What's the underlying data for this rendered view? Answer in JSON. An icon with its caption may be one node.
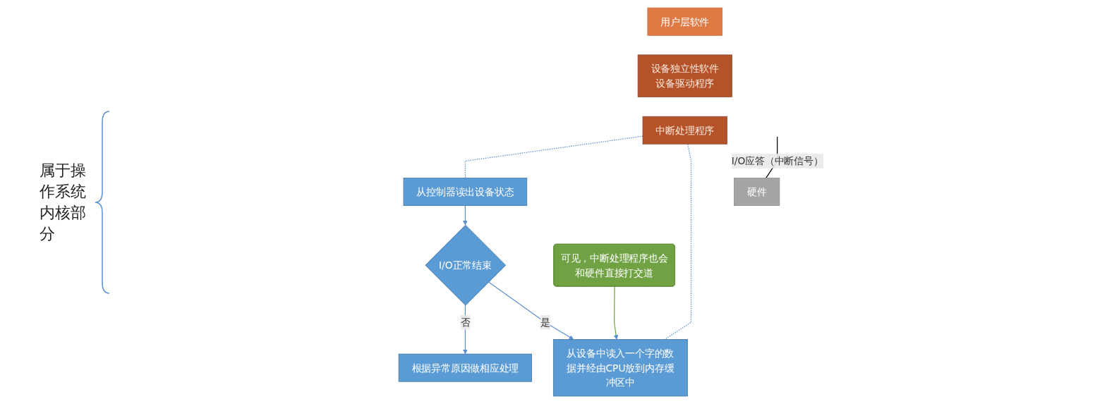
{
  "diagram": {
    "nodes": [
      {
        "text": [
          "用户层软件"
        ]
      },
      {
        "text": [
          "设备独立性软件",
          "设备驱动程序"
        ]
      },
      {
        "text": [
          "中断处理程序"
        ]
      },
      {
        "text": [
          "硬件"
        ]
      },
      {
        "text": [
          "从控制器读出设备状态"
        ]
      },
      {
        "text": [
          "I/O正常结束"
        ]
      },
      {
        "text": [
          "根据异常原因做相应处理"
        ]
      },
      {
        "text": [
          "从设备中读入一个字的数据并经由CPU放到内存缓冲区中"
        ]
      },
      {
        "text": [
          "可见，中断处理程序也会和硬件直接打交道"
        ]
      }
    ],
    "edges": [
      {
        "from": 2,
        "to": 4,
        "arrow": "none",
        "style": "dashed"
      },
      {
        "from": 2,
        "to": 7,
        "arrow": "none",
        "style": "dashed"
      },
      {
        "from": 4,
        "to": 5,
        "arrow": "to"
      },
      {
        "from": 5,
        "to": 6,
        "label": "否",
        "arrow": "to"
      },
      {
        "from": 5,
        "to": 7,
        "label": "是",
        "arrow": "to"
      },
      {
        "from": 8,
        "to": 7,
        "arrow": "to",
        "color": "#70a244"
      },
      {
        "from": null,
        "to": 3,
        "arrow": "none",
        "color": "#000000",
        "label": "I/O应答（中断信号）"
      }
    ],
    "labels": [
      "属于操作系统内核部分"
    ]
  }
}
